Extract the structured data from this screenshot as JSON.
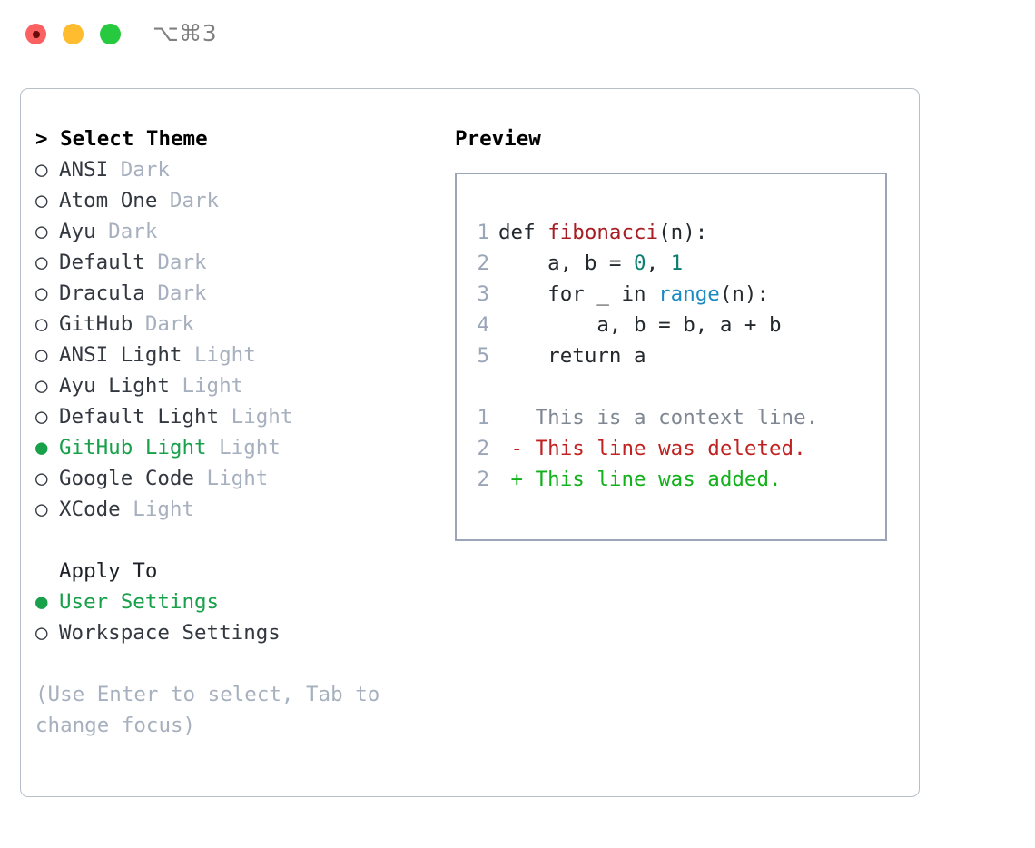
{
  "titlebar": {
    "shortcut": "⌥⌘3",
    "lights": [
      {
        "name": "close",
        "color": "#fb6160"
      },
      {
        "name": "minimize",
        "color": "#febc2e"
      },
      {
        "name": "zoom",
        "color": "#27c93f"
      }
    ]
  },
  "theme_panel": {
    "heading": "> Select Theme",
    "items": [
      {
        "marker": "○",
        "label": "ANSI",
        "tag": "Dark",
        "selected": false
      },
      {
        "marker": "○",
        "label": "Atom One",
        "tag": "Dark",
        "selected": false
      },
      {
        "marker": "○",
        "label": "Ayu",
        "tag": "Dark",
        "selected": false
      },
      {
        "marker": "○",
        "label": "Default",
        "tag": "Dark",
        "selected": false
      },
      {
        "marker": "○",
        "label": "Dracula",
        "tag": "Dark",
        "selected": false
      },
      {
        "marker": "○",
        "label": "GitHub",
        "tag": "Dark",
        "selected": false
      },
      {
        "marker": "○",
        "label": "ANSI Light",
        "tag": "Light",
        "selected": false
      },
      {
        "marker": "○",
        "label": "Ayu Light",
        "tag": "Light",
        "selected": false
      },
      {
        "marker": "○",
        "label": "Default Light",
        "tag": "Light",
        "selected": false
      },
      {
        "marker": "●",
        "label": "GitHub Light",
        "tag": "Light",
        "selected": true
      },
      {
        "marker": "○",
        "label": "Google Code",
        "tag": "Light",
        "selected": false
      },
      {
        "marker": "○",
        "label": "XCode",
        "tag": "Light",
        "selected": false
      }
    ]
  },
  "apply_to": {
    "heading": "Apply To",
    "options": [
      {
        "marker": "●",
        "label": "User Settings",
        "selected": true
      },
      {
        "marker": "○",
        "label": "Workspace Settings",
        "selected": false
      }
    ]
  },
  "hint": "(Use Enter to select, Tab to change focus)",
  "preview": {
    "title": "Preview",
    "code_lines": [
      {
        "num": "1",
        "segments": [
          {
            "text": "def ",
            "cls": "tok"
          },
          {
            "text": "fibonacci",
            "cls": "tok-fn"
          },
          {
            "text": "(n):",
            "cls": "tok"
          }
        ]
      },
      {
        "num": "2",
        "segments": [
          {
            "text": "    a, b = ",
            "cls": "tok"
          },
          {
            "text": "0",
            "cls": "tok-num"
          },
          {
            "text": ", ",
            "cls": "tok"
          },
          {
            "text": "1",
            "cls": "tok-num"
          }
        ]
      },
      {
        "num": "3",
        "segments": [
          {
            "text": "    for _ in ",
            "cls": "tok"
          },
          {
            "text": "range",
            "cls": "tok-kwfn"
          },
          {
            "text": "(n):",
            "cls": "tok"
          }
        ]
      },
      {
        "num": "4",
        "segments": [
          {
            "text": "        a, b = b, a + b",
            "cls": "tok"
          }
        ]
      },
      {
        "num": "5",
        "segments": [
          {
            "text": "    return a",
            "cls": "tok"
          }
        ]
      },
      {
        "num": "",
        "segments": []
      },
      {
        "num": "1",
        "segments": [
          {
            "text": "   This is a context line.",
            "cls": "diff-ctx"
          }
        ]
      },
      {
        "num": "2",
        "segments": [
          {
            "text": " - This line was deleted.",
            "cls": "diff-del"
          }
        ]
      },
      {
        "num": "2",
        "segments": [
          {
            "text": " + This line was added.",
            "cls": "diff-add"
          }
        ]
      }
    ]
  },
  "colors": {
    "accent_green": "#18a04a",
    "muted": "#a7b0be",
    "panel_border": "#b9bfc9",
    "preview_border": "#9aa6b8",
    "diff_added": "#12b01b",
    "diff_deleted": "#c02222",
    "diff_context": "#7f8792"
  }
}
